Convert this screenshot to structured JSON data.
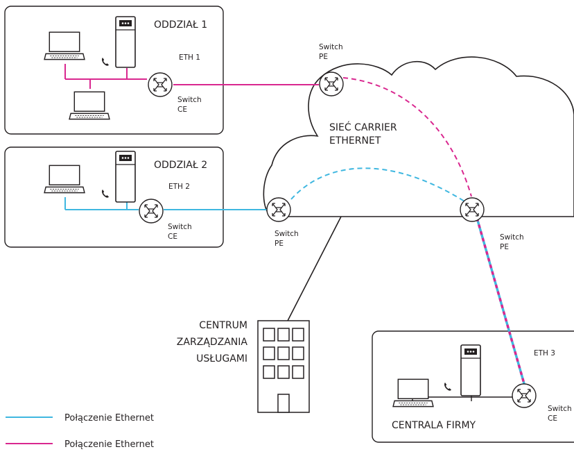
{
  "colors": {
    "ethernet_cyan": "#3fb7e0",
    "ethernet_magenta": "#d9278f",
    "outline": "#231f20"
  },
  "branches": {
    "branch1": {
      "title": "ODDZIAŁ 1",
      "eth": "ETH 1",
      "switch_ce": [
        "Switch",
        "CE"
      ]
    },
    "branch2": {
      "title": "ODDZIAŁ 2",
      "eth": "ETH 2",
      "switch_ce": [
        "Switch",
        "CE"
      ]
    },
    "hq": {
      "title": "CENTRALA FIRMY",
      "eth": "ETH 3",
      "switch_ce": [
        "Switch",
        "CE"
      ]
    }
  },
  "cloud": {
    "title": [
      "SIEĆ CARRIER",
      "ETHERNET"
    ]
  },
  "pe_switches": {
    "top": [
      "Switch",
      "PE"
    ],
    "left": [
      "Switch",
      "PE"
    ],
    "right": [
      "Switch",
      "PE"
    ]
  },
  "management": {
    "title": [
      "CENTRUM",
      "ZARZĄDZANIA",
      "USŁUGAMI"
    ]
  },
  "legend": [
    {
      "label": "Połączenie Ethernet",
      "color": "#3fb7e0"
    },
    {
      "label": "Połączenie Ethernet",
      "color": "#d9278f"
    }
  ],
  "icons": [
    "laptop-icon",
    "server-tower-icon",
    "phone-icon",
    "switch-icon",
    "building-icon"
  ]
}
